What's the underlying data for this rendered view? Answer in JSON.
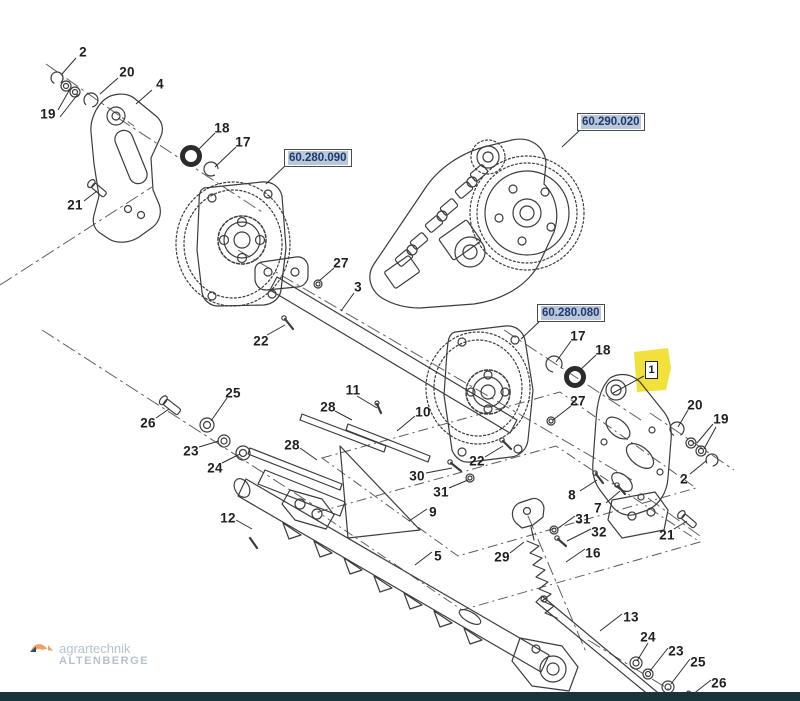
{
  "diagram": {
    "reference_boxes": [
      "60.280.090",
      "60.290.020",
      "60.280.080"
    ],
    "highlighted_part_label": "1",
    "part_labels": [
      "2",
      "20",
      "4",
      "19",
      "18",
      "17",
      "21",
      "27",
      "3",
      "22",
      "25",
      "11",
      "28",
      "10",
      "26",
      "28",
      "23",
      "24",
      "12",
      "17",
      "18",
      "27",
      "20",
      "19",
      "2",
      "21",
      "22",
      "30",
      "31",
      "9",
      "8",
      "7",
      "31",
      "32",
      "16",
      "29",
      "5",
      "13",
      "24",
      "23",
      "25",
      "26"
    ],
    "colors": {
      "highlight_yellow": "#f2e13a",
      "refbox_text": "#1d3a6e",
      "refbox_selection": "#b9c7d9",
      "line_art": "#3c3c3c"
    }
  },
  "branding": {
    "line1": "agrartechnik",
    "line2": "ALTENBERGE",
    "text_color": "#b5c2d1",
    "mark_orange": "#f0a265",
    "mark_blue": "#2d4a7a"
  },
  "footer": {
    "bar_color": "#1b333b"
  }
}
